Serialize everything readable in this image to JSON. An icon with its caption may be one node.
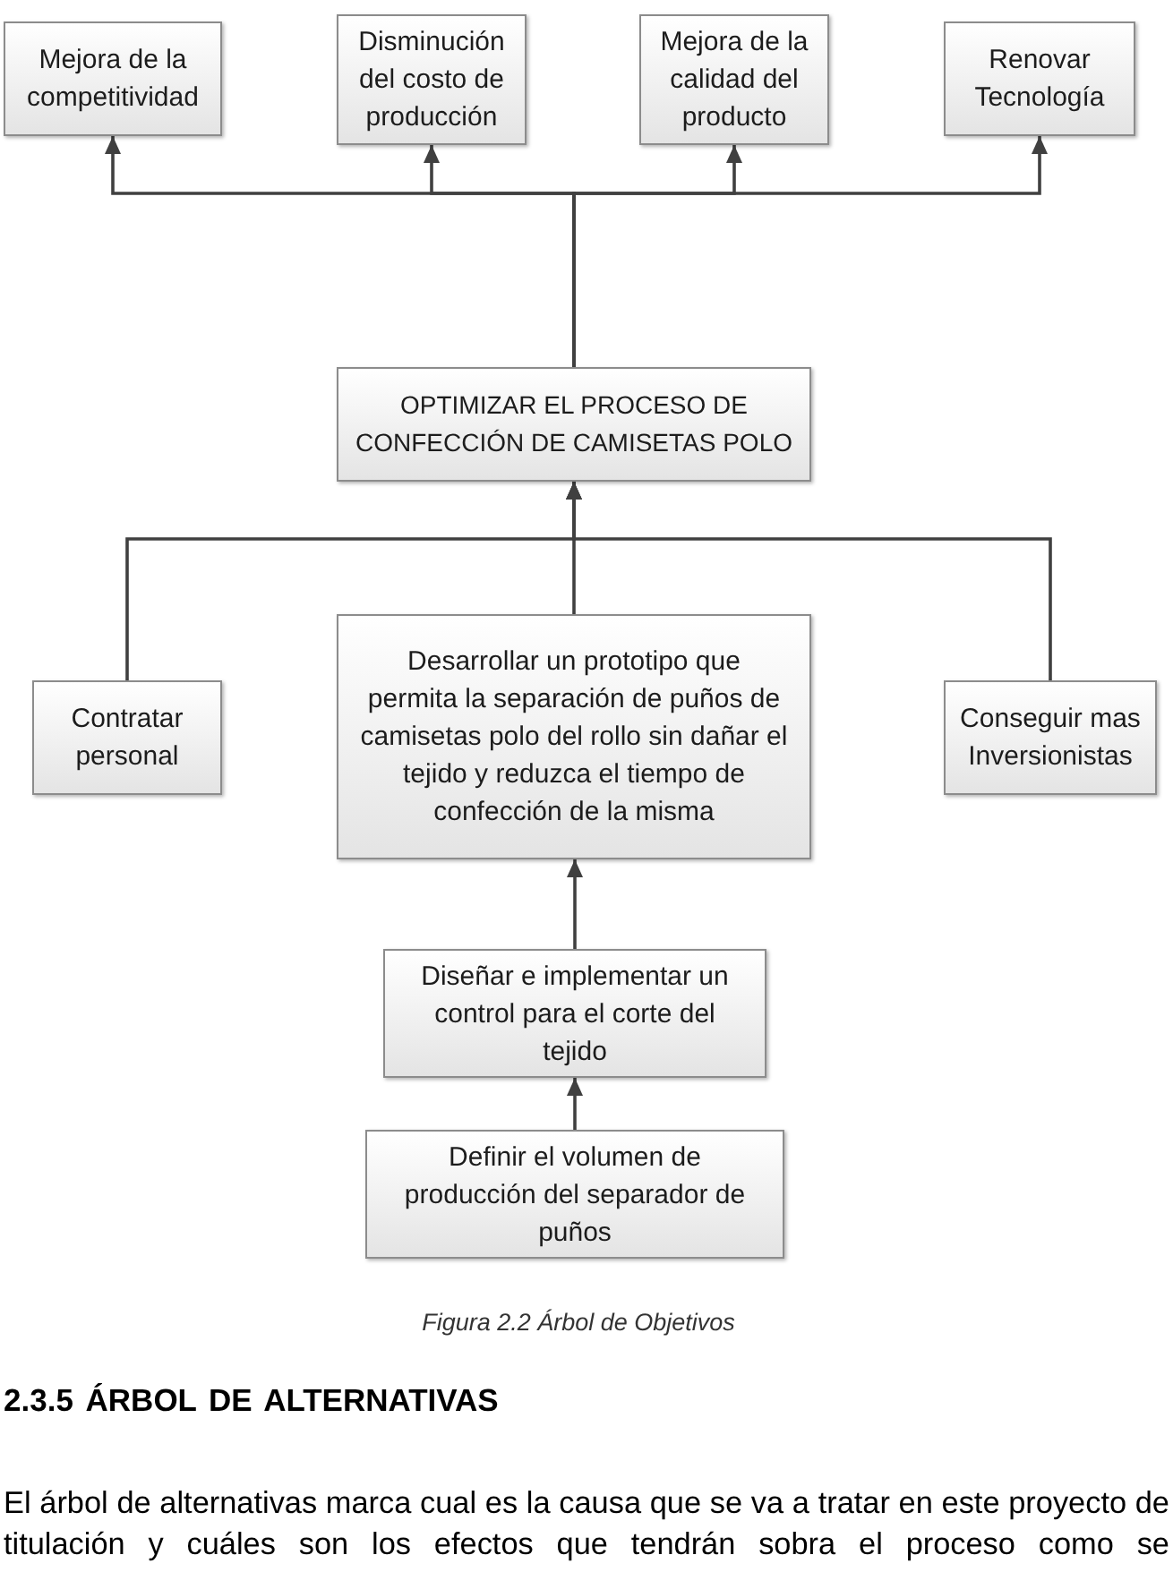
{
  "diagram": {
    "caption": "Figura 2.2 Árbol de Objetivos",
    "nodes": [
      {
        "text": [
          "Mejora de la competitividad"
        ]
      },
      {
        "text": [
          "Disminución del costo de producción"
        ]
      },
      {
        "text": [
          "Mejora de la calidad del producto"
        ]
      },
      {
        "text": [
          "Renovar Tecnología"
        ]
      },
      {
        "text": [
          "OPTIMIZAR EL PROCESO DE CONFECCIÓN DE CAMISETAS POLO"
        ]
      },
      {
        "text": [
          "Contratar personal"
        ]
      },
      {
        "text": [
          "Desarrollar un prototipo que permita la separación de puños de camisetas polo del rollo sin dañar el tejido y reduzca el tiempo de confección de la misma"
        ]
      },
      {
        "text": [
          "Conseguir mas Inversionistas"
        ]
      },
      {
        "text": [
          "Diseñar e implementar un control para el corte del tejido"
        ]
      },
      {
        "text": [
          "Definir el volumen de producción del separador de puños"
        ]
      }
    ],
    "edges": [
      {
        "from": 4,
        "to": 0,
        "arrow": "to"
      },
      {
        "from": 4,
        "to": 1,
        "arrow": "to"
      },
      {
        "from": 4,
        "to": 2,
        "arrow": "to"
      },
      {
        "from": 4,
        "to": 3,
        "arrow": "to"
      },
      {
        "from": 5,
        "to": 4,
        "arrow": "to"
      },
      {
        "from": 6,
        "to": 4,
        "arrow": "to"
      },
      {
        "from": 7,
        "to": 4,
        "arrow": "to"
      },
      {
        "from": 8,
        "to": 6,
        "arrow": "to"
      },
      {
        "from": 9,
        "to": 8,
        "arrow": "to"
      }
    ],
    "labels": [
      "2.3.5 ÁRBOL DE ALTERNATIVAS",
      "El árbol de alternativas marca cual es la causa que se va a tratar en este proyecto de titulación y cuáles son los efectos que tendrán sobra el proceso como se"
    ]
  }
}
